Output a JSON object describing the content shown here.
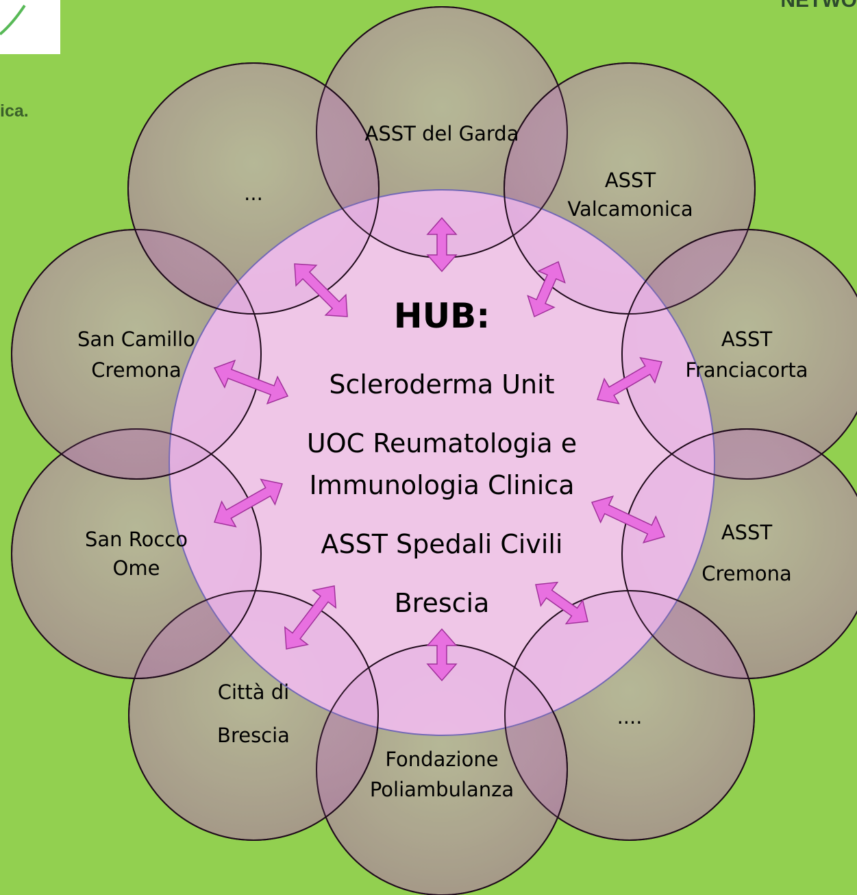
{
  "header": {
    "left_fragment": "ica.",
    "top_right_fragment": "NETWO"
  },
  "hub": {
    "title": "HUB:",
    "lines": [
      "Scleroderma Unit",
      "UOC Reumatologia e",
      "Immunologia Clinica",
      "ASST Spedali Civili",
      "Brescia"
    ]
  },
  "spokes": [
    {
      "id": "garda",
      "lines": [
        "ASST del Garda"
      ]
    },
    {
      "id": "valcamonica",
      "lines": [
        "ASST",
        "Valcamonica"
      ]
    },
    {
      "id": "franciacorta",
      "lines": [
        "ASST",
        "Franciacorta"
      ]
    },
    {
      "id": "cremona",
      "lines": [
        "ASST",
        "Cremona"
      ]
    },
    {
      "id": "ellipsis-4",
      "lines": [
        "...."
      ]
    },
    {
      "id": "poliambulanza",
      "lines": [
        "Fondazione",
        "Poliambulanza"
      ]
    },
    {
      "id": "citta-brescia",
      "lines": [
        "Città di",
        "Brescia"
      ]
    },
    {
      "id": "san-rocco",
      "lines": [
        "San Rocco",
        "Ome"
      ]
    },
    {
      "id": "san-camillo",
      "lines": [
        "San Camillo",
        "Cremona"
      ]
    },
    {
      "id": "ellipsis-3",
      "lines": [
        "..."
      ]
    }
  ],
  "colors": {
    "background": "#92d050",
    "hub_fill": "#f9c4f7",
    "hub_stroke": "#6a66b8",
    "spoke_fill": "#c8a6c0",
    "spoke_stroke": "#1e0a1a",
    "arrow_fill": "#e870e0",
    "arrow_stroke": "#a0309a"
  }
}
